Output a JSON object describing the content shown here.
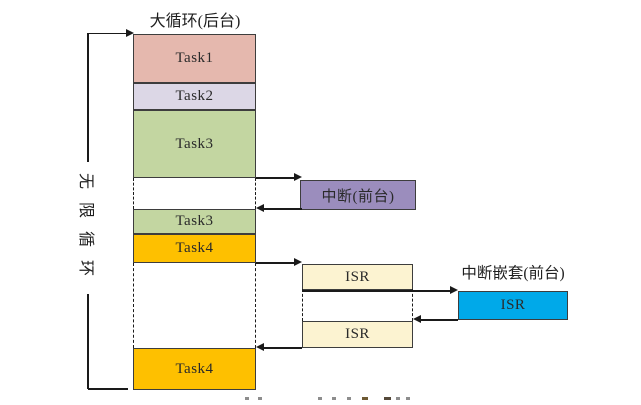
{
  "title": "大循环(后台)",
  "loop_label": "无限循环",
  "column": {
    "task1": {
      "label": "Task1",
      "color": "#e5b8ae"
    },
    "task2": {
      "label": "Task2",
      "color": "#dcd7e6"
    },
    "task3": {
      "label": "Task3",
      "color": "#c3d6a1"
    },
    "task3_resume": {
      "label": "Task3",
      "color": "#c3d6a1"
    },
    "task4": {
      "label": "Task4",
      "color": "#fec000"
    },
    "task4_resume": {
      "label": "Task4",
      "color": "#fec000"
    }
  },
  "foreground": {
    "interrupt": {
      "label": "中断(前台)",
      "color": "#9b8dbd"
    },
    "isr_first": {
      "label": "ISR",
      "color": "#fcf3d1"
    },
    "isr_second": {
      "label": "ISR",
      "color": "#fcf3d1"
    },
    "nested_title": "中断嵌套(前台)",
    "nested_isr": {
      "label": "ISR",
      "color": "#00a9e9"
    }
  },
  "colors": {
    "line": "#1a1a1a",
    "box_border": "#3d3d3d",
    "background": "#ffffff"
  }
}
